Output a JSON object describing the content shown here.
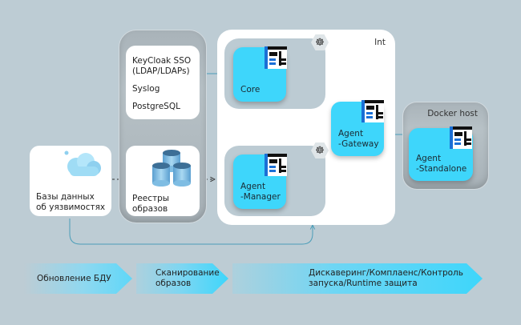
{
  "diagram": {
    "int_label": "Int",
    "docker_host_label": "Docker host",
    "services_box": {
      "items": [
        "KeyCloak SSO",
        "(LDAP/LDAPs)",
        "Syslog",
        "PostgreSQL"
      ]
    },
    "vuln_db": {
      "line1": "Базы данных",
      "line2": "об уязвимостях",
      "icon": "cloud-icon"
    },
    "registries": {
      "line1": "Реестры",
      "line2": "образов",
      "icon": "database-stack-icon"
    },
    "nodes": {
      "core": {
        "label": "Core"
      },
      "agent_gateway": {
        "line1": "Agent",
        "line2": "-Gateway"
      },
      "agent_manager": {
        "line1": "Agent",
        "line2": "-Manager"
      },
      "agent_standalone": {
        "line1": "Agent",
        "line2": "-Standalone"
      }
    },
    "icons": {
      "logo": "ptcs-logo-icon",
      "kubernetes": "kubernetes-helm-icon"
    }
  },
  "pipeline": [
    {
      "line1": "Обновление БДУ",
      "line2": ""
    },
    {
      "line1": "Сканирование",
      "line2": "образов"
    },
    {
      "line1": "Дискаверинг/Комплаенс/Контроль",
      "line2": "запуска/Runtime защита"
    }
  ],
  "colors": {
    "background": "#bdccd4",
    "accent": "#3ed6fb",
    "connector": "#4a9db8"
  }
}
